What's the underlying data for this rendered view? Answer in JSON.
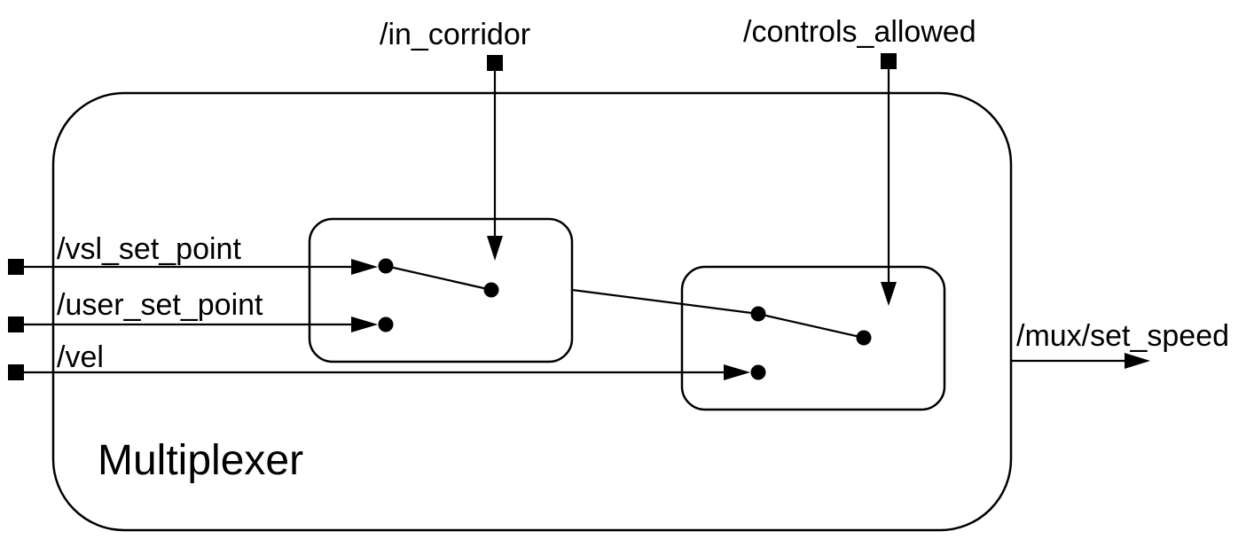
{
  "diagram": {
    "title": "Multiplexer",
    "inputs": {
      "vsl_set_point": "/vsl_set_point",
      "user_set_point": "/user_set_point",
      "vel": "/vel"
    },
    "controls": {
      "in_corridor": "/in_corridor",
      "controls_allowed": "/controls_allowed"
    },
    "output": {
      "set_speed": "/mux/set_speed"
    }
  }
}
